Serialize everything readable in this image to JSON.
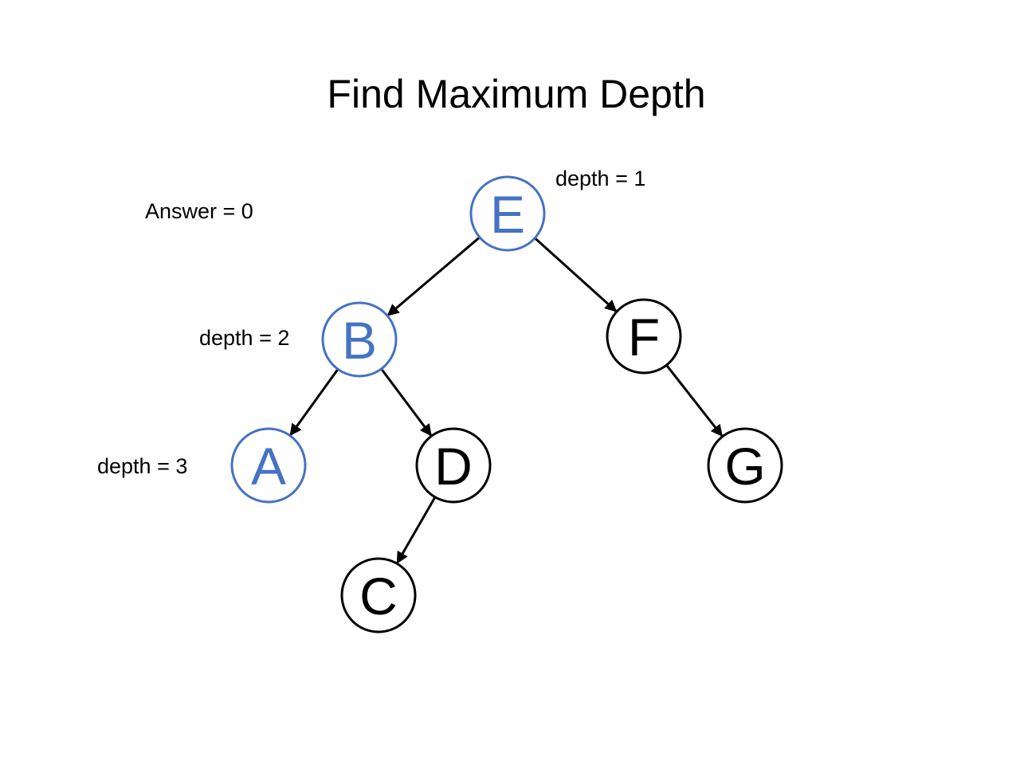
{
  "title": "Find Maximum Depth",
  "answer_label": "Answer = 0",
  "depth_labels": [
    "depth = 1",
    "depth = 2",
    "depth = 3"
  ],
  "colors": {
    "visited": "#4472C4",
    "default": "#000000"
  },
  "nodes": [
    {
      "id": "E",
      "label": "E",
      "visited": true
    },
    {
      "id": "B",
      "label": "B",
      "visited": true
    },
    {
      "id": "F",
      "label": "F",
      "visited": false
    },
    {
      "id": "A",
      "label": "A",
      "visited": true
    },
    {
      "id": "D",
      "label": "D",
      "visited": false
    },
    {
      "id": "G",
      "label": "G",
      "visited": false
    },
    {
      "id": "C",
      "label": "C",
      "visited": false
    }
  ],
  "edges": [
    {
      "from": "E",
      "to": "B"
    },
    {
      "from": "E",
      "to": "F"
    },
    {
      "from": "B",
      "to": "A"
    },
    {
      "from": "B",
      "to": "D"
    },
    {
      "from": "F",
      "to": "G"
    },
    {
      "from": "D",
      "to": "C"
    }
  ]
}
